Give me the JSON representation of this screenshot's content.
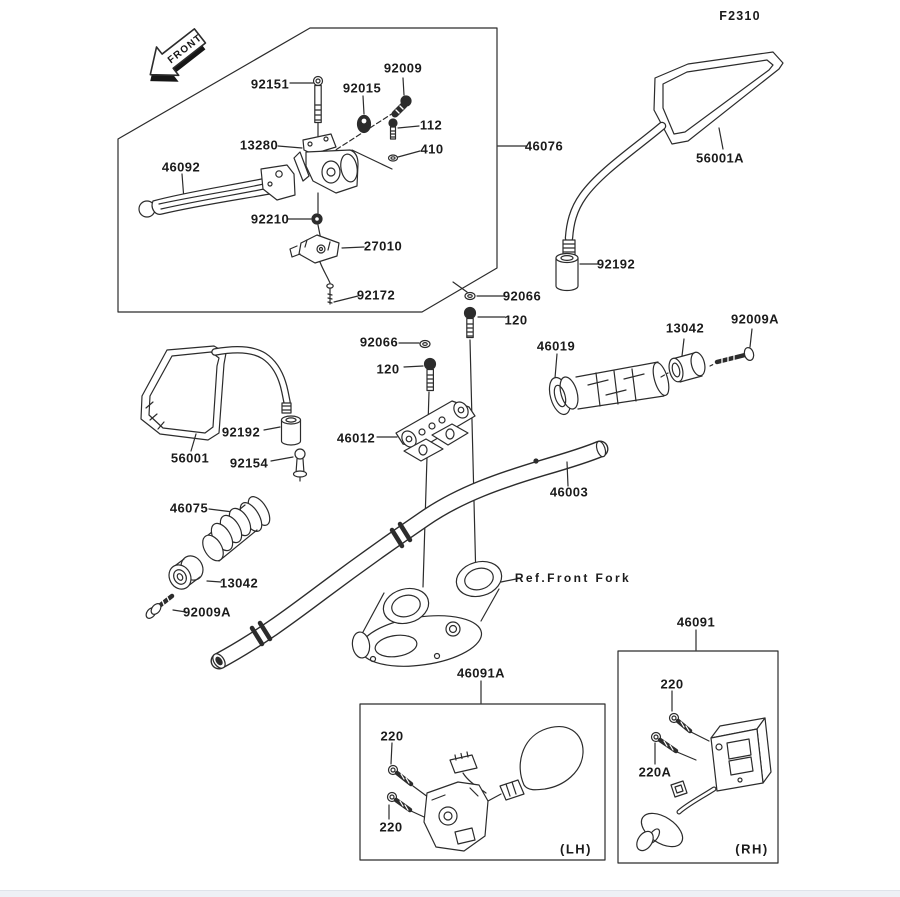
{
  "diagram": {
    "code": "F2310",
    "front_marker": "FRONT",
    "colors": {
      "line": "#2c2c2c",
      "text": "#1b1b1b",
      "background": "#ffffff"
    }
  },
  "labels": [
    {
      "part": "fiche-code",
      "text": "F2310"
    },
    {
      "part": "92151",
      "text": "92151"
    },
    {
      "part": "92015",
      "text": "92015"
    },
    {
      "part": "92009",
      "text": "92009"
    },
    {
      "part": "112",
      "text": "112"
    },
    {
      "part": "410",
      "text": "410"
    },
    {
      "part": "13280",
      "text": "13280"
    },
    {
      "part": "46092",
      "text": "46092"
    },
    {
      "part": "92210",
      "text": "92210"
    },
    {
      "part": "27010",
      "text": "27010"
    },
    {
      "part": "92172",
      "text": "92172"
    },
    {
      "part": "46076",
      "text": "46076"
    },
    {
      "part": "56001A",
      "text": "56001A"
    },
    {
      "part": "92192-right",
      "text": "92192"
    },
    {
      "part": "92066-upper",
      "text": "92066"
    },
    {
      "part": "120-upper",
      "text": "120"
    },
    {
      "part": "92066-left",
      "text": "92066"
    },
    {
      "part": "120-left",
      "text": "120"
    },
    {
      "part": "46019",
      "text": "46019"
    },
    {
      "part": "13042-right",
      "text": "13042"
    },
    {
      "part": "92009A-right",
      "text": "92009A"
    },
    {
      "part": "56001",
      "text": "56001"
    },
    {
      "part": "92192-left",
      "text": "92192"
    },
    {
      "part": "92154",
      "text": "92154"
    },
    {
      "part": "46012",
      "text": "46012"
    },
    {
      "part": "46075",
      "text": "46075"
    },
    {
      "part": "13042-left",
      "text": "13042"
    },
    {
      "part": "92009A-left",
      "text": "92009A"
    },
    {
      "part": "46003",
      "text": "46003"
    },
    {
      "part": "ref-front-fork",
      "text": "Ref.Front Fork"
    },
    {
      "part": "46091A",
      "text": "46091A"
    },
    {
      "part": "220-lh-1",
      "text": "220"
    },
    {
      "part": "220-lh-2",
      "text": "220"
    },
    {
      "part": "lh-caption",
      "text": "(LH)"
    },
    {
      "part": "46091",
      "text": "46091"
    },
    {
      "part": "220-rh",
      "text": "220"
    },
    {
      "part": "220A",
      "text": "220A"
    },
    {
      "part": "rh-caption",
      "text": "(RH)"
    }
  ]
}
